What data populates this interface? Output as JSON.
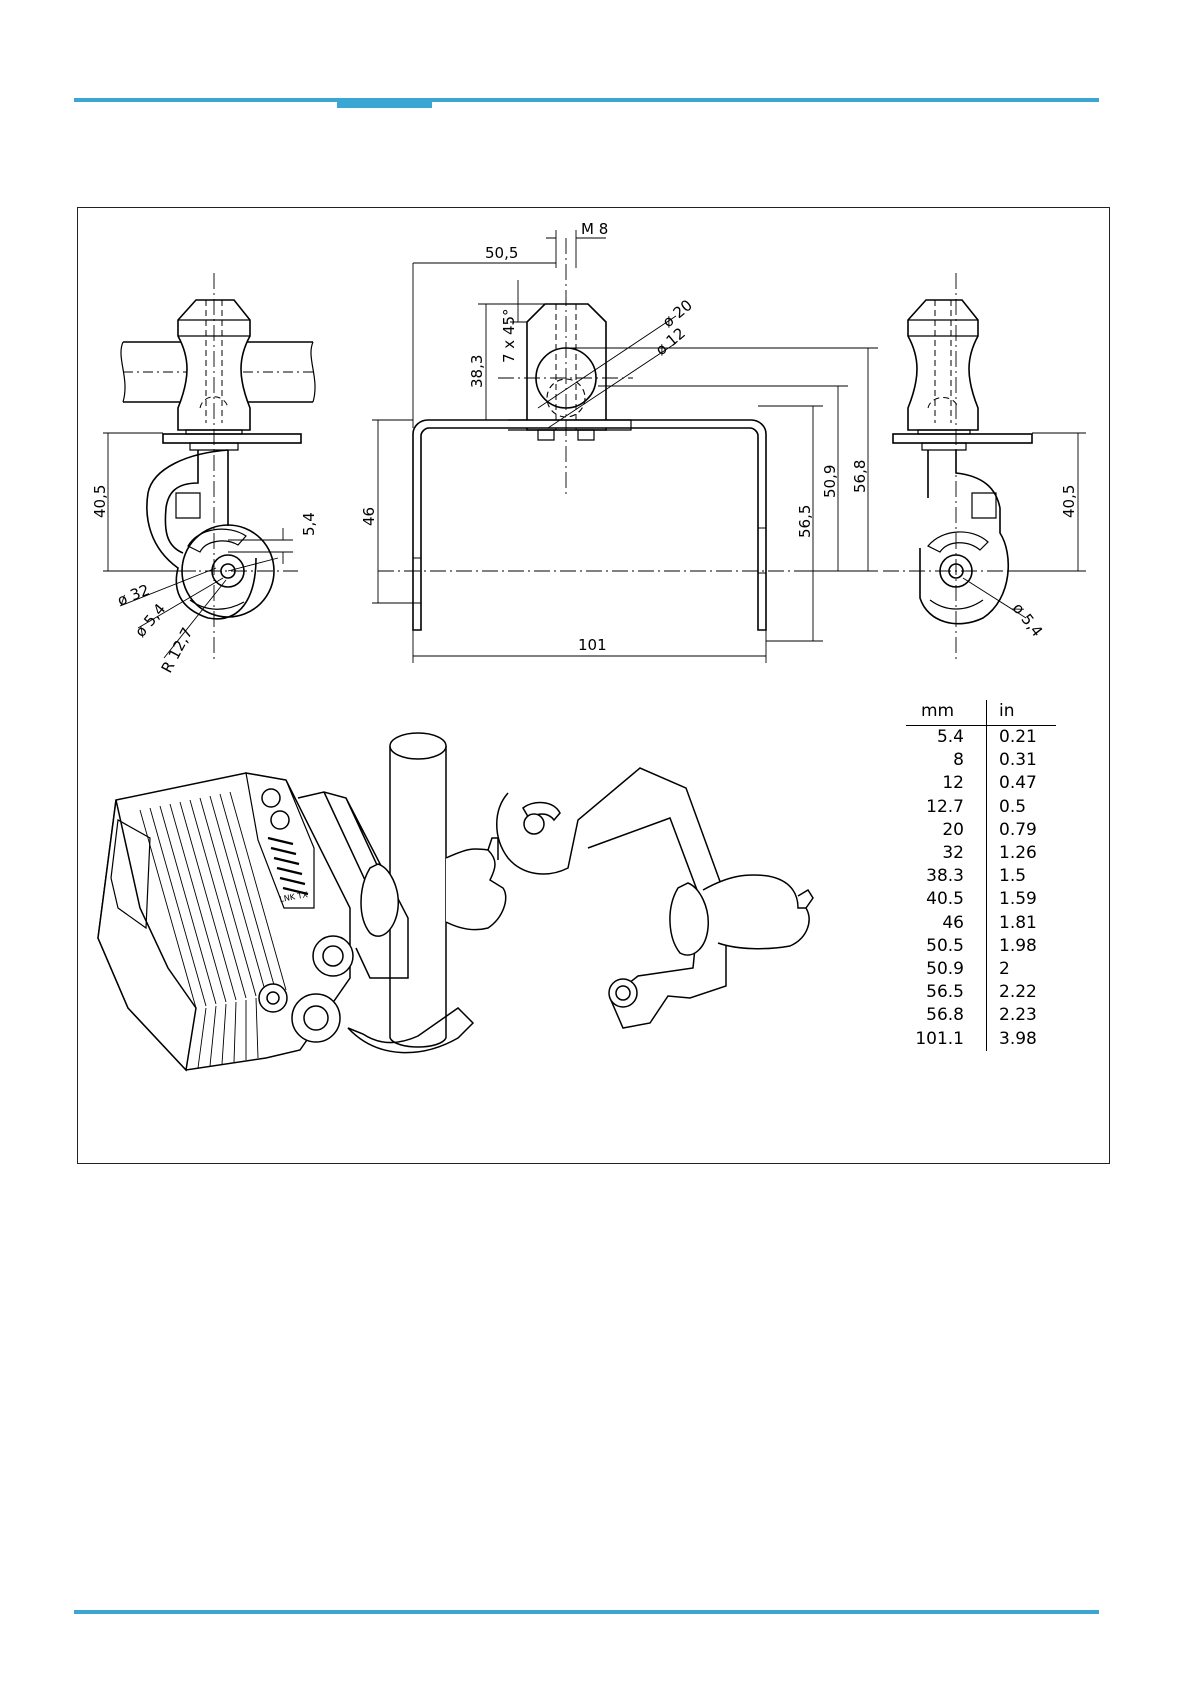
{
  "colors": {
    "accent": "#3aa6d4",
    "line": "#000000"
  },
  "dimensions": {
    "m8": "M 8",
    "d50_5": "50,5",
    "d38_3": "38,3",
    "chamfer": "7 x 45°",
    "dia20": "ø 20",
    "dia12": "ø 12",
    "d40_5_left": "40,5",
    "d5_4": "5,4",
    "d46": "46",
    "d56_5": "56,5",
    "d50_9": "50,9",
    "d56_8": "56,8",
    "d40_5_right": "40,5",
    "dia32": "ø 32",
    "dia5_4_left": "ø 5,4",
    "r12_7": "R 12,7",
    "d101": "101",
    "dia5_4_right": "ø 5,4"
  },
  "conversion_table": {
    "header_mm": "mm",
    "header_in": "in",
    "rows": [
      {
        "mm": "5.4",
        "in": "0.21"
      },
      {
        "mm": "8",
        "in": "0.31"
      },
      {
        "mm": "12",
        "in": "0.47"
      },
      {
        "mm": "12.7",
        "in": "0.5"
      },
      {
        "mm": "20",
        "in": "0.79"
      },
      {
        "mm": "32",
        "in": "1.26"
      },
      {
        "mm": "38.3",
        "in": "1.5"
      },
      {
        "mm": "40.5",
        "in": "1.59"
      },
      {
        "mm": "46",
        "in": "1.81"
      },
      {
        "mm": "50.5",
        "in": "1.98"
      },
      {
        "mm": "50.9",
        "in": "2"
      },
      {
        "mm": "56.5",
        "in": "2.22"
      },
      {
        "mm": "56.8",
        "in": "2.23"
      },
      {
        "mm": "101.1",
        "in": "3.98"
      }
    ]
  },
  "device_labels": [
    "LNK TX"
  ]
}
